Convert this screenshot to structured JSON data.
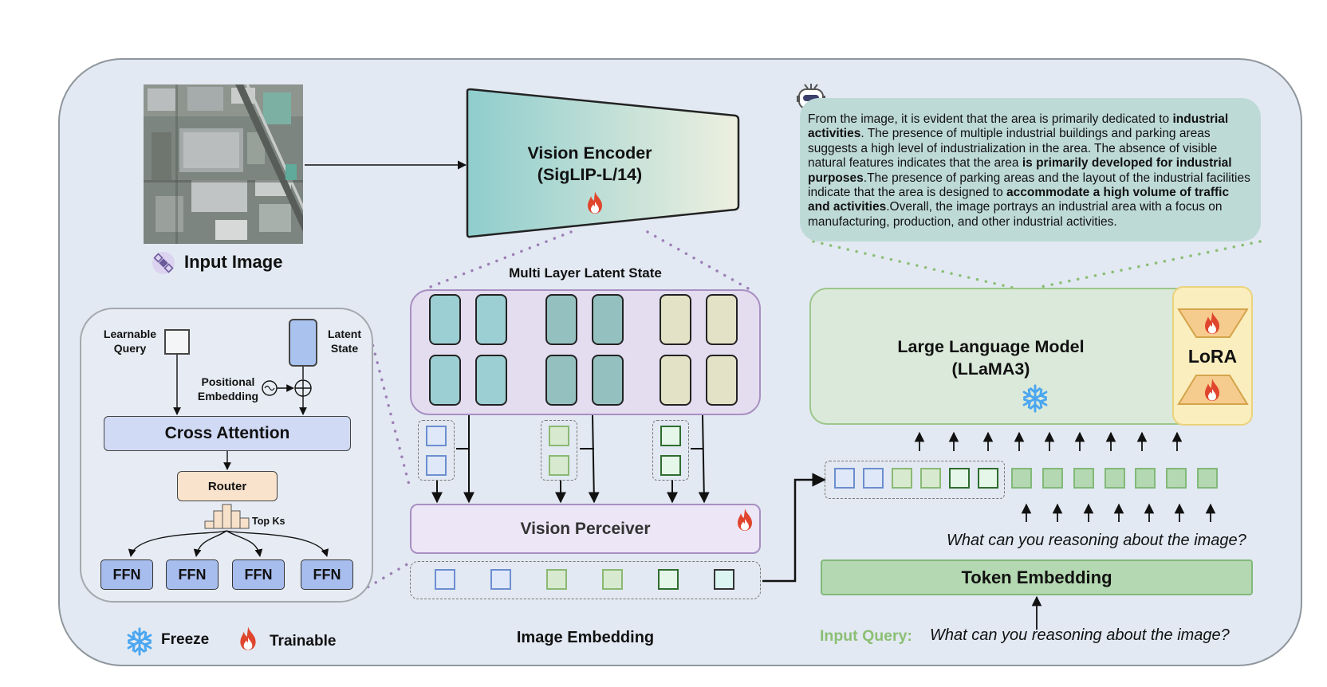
{
  "input_image": {
    "label": "Input Image",
    "icon": "satellite-icon"
  },
  "vision_encoder": {
    "title": "Vision Encoder",
    "subtitle": "(SigLIP-L/14)",
    "status_icon": "flame-icon"
  },
  "latent_state": {
    "title": "Multi Layer Latent State"
  },
  "moe": {
    "learnable_query": "Learnable\nQuery",
    "latent_state": "Latent\nState",
    "positional_embedding": "Positional\nEmbedding",
    "cross_attention": "Cross Attention",
    "router": "Router",
    "top_ks": "Top Ks",
    "ffn_labels": [
      "FFN",
      "FFN",
      "FFN",
      "FFN"
    ]
  },
  "perceiver": {
    "title": "Vision Perceiver",
    "status_icon": "flame-icon"
  },
  "image_embedding": {
    "label": "Image Embedding"
  },
  "legend": {
    "freeze": "Freeze",
    "trainable": "Trainable"
  },
  "answer": {
    "icon": "robot-icon",
    "segments": [
      {
        "text": "From the image, it is evident that the area is primarily dedicated to ",
        "bold": false
      },
      {
        "text": "industrial activities",
        "bold": true
      },
      {
        "text": ". The presence of multiple industrial buildings and parking areas suggests a high level of industrialization in the area. The absence of visible natural features indicates that the area ",
        "bold": false
      },
      {
        "text": "is primarily developed for industrial purposes",
        "bold": true
      },
      {
        "text": ".The presence of parking areas and the layout of the industrial facilities indicate that the area is designed to ",
        "bold": false
      },
      {
        "text": "accommodate a high volume of traffic and activities",
        "bold": true
      },
      {
        "text": ".Overall, the image portrays an industrial area with a focus on manufacturing, production, and other industrial activities.",
        "bold": false
      }
    ]
  },
  "llm": {
    "title": "Large Language Model",
    "subtitle": "(LLaMA3)",
    "status_icon": "snowflake-icon",
    "lora_label": "LoRA"
  },
  "query": {
    "question": "What can you reasoning about the image?",
    "token_embedding": "Token Embedding",
    "input_label": "Input Query:",
    "input_text": "What can you reasoning about the image?"
  },
  "colors": {
    "trainable": "#e0452e",
    "freeze": "#4aa6f0",
    "input_query_label": "#8cbf75",
    "latent_dots": "#9d7fb6",
    "answer_dots": "#8cbf75"
  }
}
